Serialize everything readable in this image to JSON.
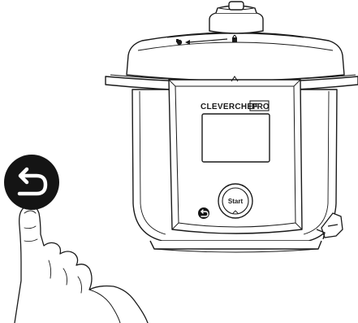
{
  "brand": {
    "name_main": "CLEVERCHEF",
    "name_boxed": "PRO"
  },
  "panel": {
    "start_label": "Start",
    "display": "blank-lcd-screen"
  },
  "icons": {
    "callout": "back-arrow-icon",
    "panel_back": "back-arrow-icon",
    "lid_vent": "unlock-lock-slider-icon"
  },
  "colors": {
    "line": "#1a1a1a",
    "callout_fill": "#141414",
    "icon_on_dark": "#ffffff"
  }
}
